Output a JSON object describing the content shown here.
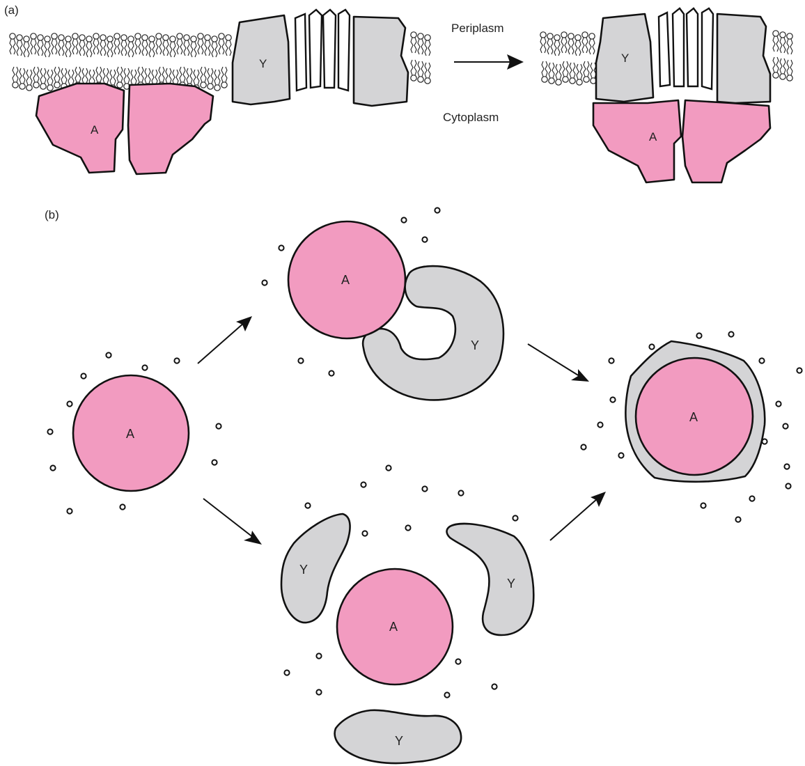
{
  "panel_labels": {
    "a": "(a)",
    "b": "(b)"
  },
  "compartments": {
    "top": "Periplasm",
    "bottom": "Cytoplasm"
  },
  "protein_labels": {
    "a": "A",
    "y": "Y"
  },
  "colors": {
    "protein_a": "#f29bc0",
    "protein_y": "#d4d4d6",
    "outline": "#111111"
  }
}
